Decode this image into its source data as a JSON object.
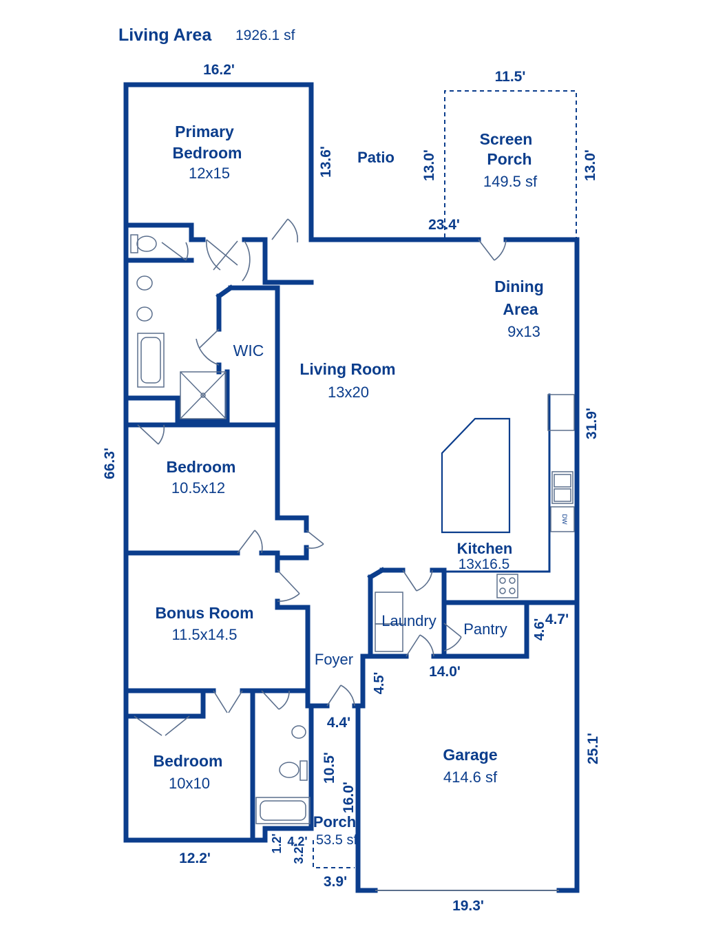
{
  "header": {
    "title": "Living Area",
    "area": "1926.1 sf"
  },
  "rooms": {
    "primary_bedroom": {
      "name_line1": "Primary",
      "name_line2": "Bedroom",
      "size": "12x15"
    },
    "patio": {
      "name": "Patio"
    },
    "screen_porch": {
      "name_line1": "Screen",
      "name_line2": "Porch",
      "size": "149.5 sf"
    },
    "wic": {
      "name": "WIC"
    },
    "dining": {
      "name_line1": "Dining",
      "name_line2": "Area",
      "size": "9x13"
    },
    "living_room": {
      "name": "Living Room",
      "size": "13x20"
    },
    "bedroom_1": {
      "name": "Bedroom",
      "size": "10.5x12"
    },
    "kitchen": {
      "name": "Kitchen",
      "size": "13x16.5"
    },
    "bonus_room": {
      "name": "Bonus Room",
      "size": "11.5x14.5"
    },
    "laundry": {
      "name": "Laundry"
    },
    "pantry": {
      "name": "Pantry"
    },
    "foyer": {
      "name": "Foyer"
    },
    "bedroom_2": {
      "name": "Bedroom",
      "size": "10x10"
    },
    "garage": {
      "name": "Garage",
      "size": "414.6 sf"
    },
    "porch": {
      "name": "Porch",
      "size": "53.5 sf"
    }
  },
  "fixtures": {
    "dishwasher": "DW"
  },
  "dimensions": {
    "top_bedroom_width": "16.2'",
    "screen_porch_width": "11.5'",
    "bedroom_wall_height": "13.6'",
    "screen_porch_left": "13.0'",
    "screen_porch_right": "13.0'",
    "rear_wall": "23.4'",
    "right_upper": "31.9'",
    "overall_depth": "66.3'",
    "pantry_width": "4.7'",
    "pantry_depth": "4.6'",
    "laundry_width": "14.0'",
    "foyer_jog": "4.5'",
    "foyer_width": "4.4'",
    "bath_depth": "10.5'",
    "porch_depth": "16.0'",
    "garage_depth": "25.1'",
    "front_bedroom_width": "12.2'",
    "small_jog_1": "1.2'",
    "small_jog_2": "3.2'",
    "porch_small": "4.2'",
    "porch_front": "3.9'",
    "garage_width": "19.3'"
  },
  "colors": {
    "wall": "#0b3d8c",
    "fixture": "#5a6e8c"
  }
}
